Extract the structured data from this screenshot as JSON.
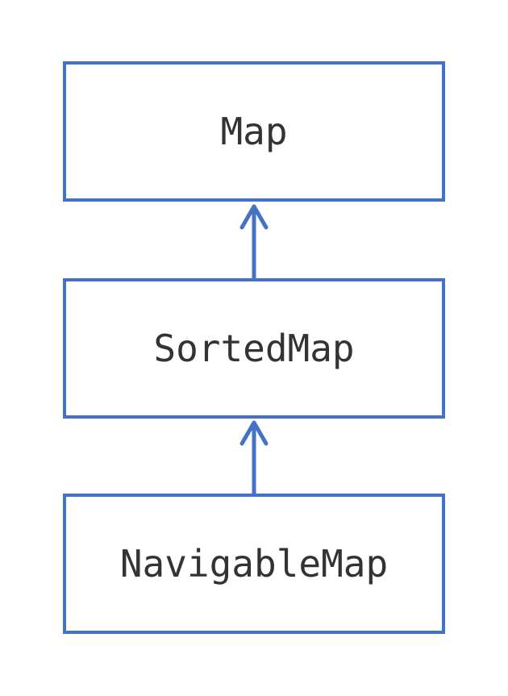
{
  "nodes": [
    {
      "id": "map",
      "label": "Map"
    },
    {
      "id": "sorted-map",
      "label": "SortedMap"
    },
    {
      "id": "navigable-map",
      "label": "NavigableMap"
    }
  ],
  "edges": [
    {
      "from": "sorted-map",
      "to": "map",
      "type": "extends-arrow"
    },
    {
      "from": "navigable-map",
      "to": "sorted-map",
      "type": "extends-arrow"
    }
  ],
  "colors": {
    "stroke": "#4472c4",
    "text": "#333333",
    "background": "#ffffff"
  }
}
